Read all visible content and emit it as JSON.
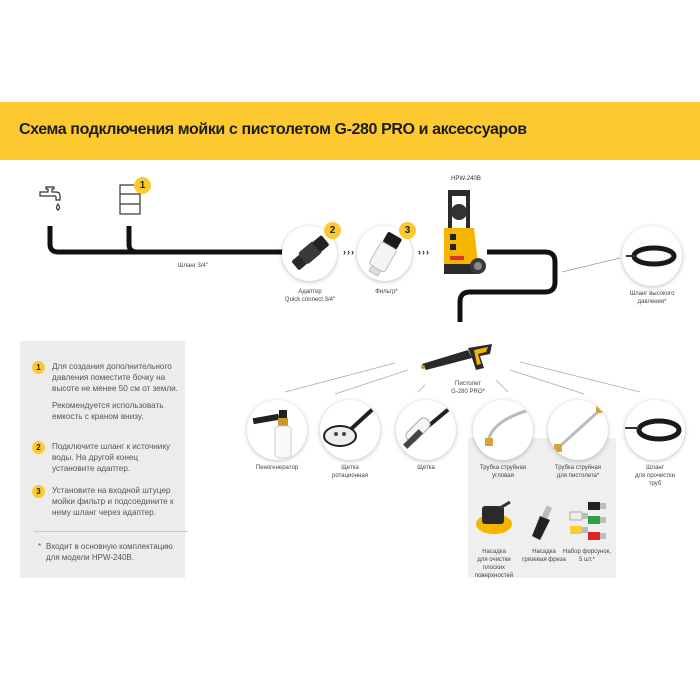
{
  "title": "Схема подключения мойки с пистолетом G-280 PRO и аксессуаров",
  "colors": {
    "accent": "#fdc931",
    "panel": "#ececec",
    "hose": "#111111"
  },
  "supply": {
    "tap_icon": "water-tap-icon",
    "barrel_icon": "barrel-icon",
    "barrel_badge": "1",
    "hose_label": "Шланг 3/4\""
  },
  "chain": [
    {
      "badge": "2",
      "label": "Адаптер\nQuick connect 3/4\"",
      "icon": "adapter-icon"
    },
    {
      "badge": "3",
      "label": "Фильтр*",
      "icon": "filter-icon"
    }
  ],
  "washer": {
    "model": "HPW-240B",
    "icon": "pressure-washer-icon"
  },
  "high_pressure_hose": {
    "label": "Шланг высокого\nдавления*"
  },
  "gun": {
    "label": "Пистолет\nG-280 PRO*"
  },
  "accessories": [
    {
      "label": "Пеногенератор"
    },
    {
      "label": "Щетка\nротационная"
    },
    {
      "label": "Щетка"
    },
    {
      "label": "Трубка струйная\nугловая"
    },
    {
      "label": "Трубка струйная\nдля пистолета*"
    },
    {
      "label": "Шланг\nдля прочистки\nтруб"
    }
  ],
  "extra_accessories": [
    {
      "label": "Насадка\nдля очистки плоских\nповерхностей"
    },
    {
      "label": "Насадка\nгрязевая фреза"
    },
    {
      "label": "Набор форсунок,\n5 шт.*"
    }
  ],
  "instructions": {
    "steps": [
      {
        "badge": "1",
        "paragraphs": [
          "Для создания дополнительного давления поместите бочку на высоте не менее 50 см от земли.",
          "Рекомендуется использовать емкость с краном внизу."
        ]
      },
      {
        "badge": "2",
        "paragraphs": [
          "Подключите шланг к источнику воды. На другой конец установите адаптер."
        ]
      },
      {
        "badge": "3",
        "paragraphs": [
          "Установите на входной штуцер мойки фильтр и подсоедините к нему шланг через адаптер."
        ]
      }
    ],
    "note_star": "*",
    "note": "Входит в основную комплектацию для модели HPW-240B."
  },
  "arrows": "›››"
}
